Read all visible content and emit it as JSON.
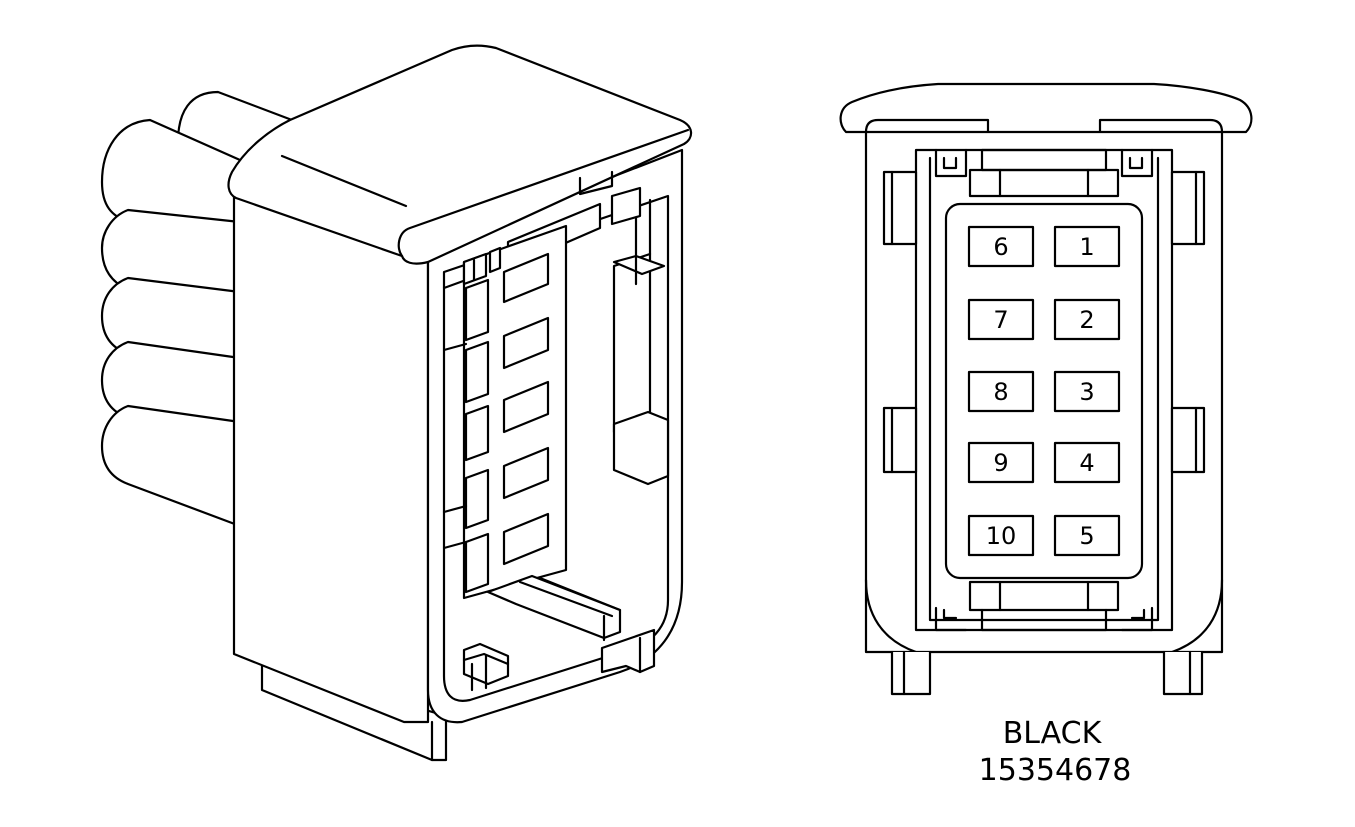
{
  "connector": {
    "color_label": "BLACK",
    "part_number": "15354678",
    "cavities": [
      {
        "label": "6"
      },
      {
        "label": "1"
      },
      {
        "label": "7"
      },
      {
        "label": "2"
      },
      {
        "label": "8"
      },
      {
        "label": "3"
      },
      {
        "label": "9"
      },
      {
        "label": "4"
      },
      {
        "label": "10"
      },
      {
        "label": "5"
      }
    ]
  }
}
